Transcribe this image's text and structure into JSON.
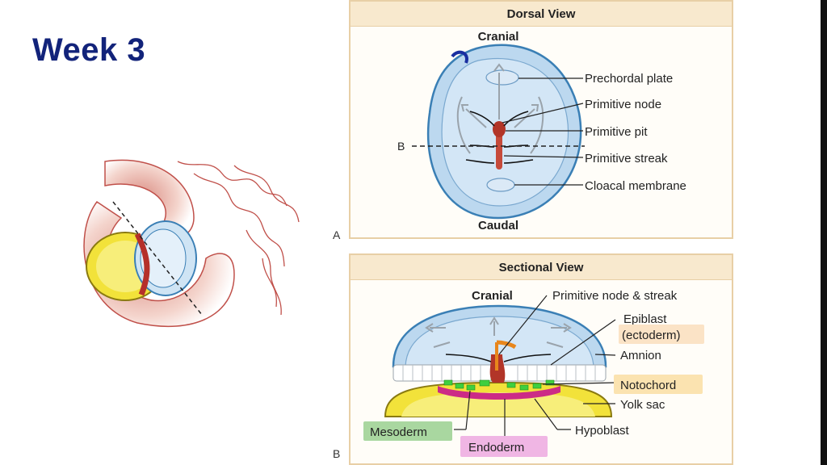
{
  "page_title": "Week 3",
  "dorsal": {
    "header": "Dorsal View",
    "panel_letter": "A",
    "cranial": "Cranial",
    "caudal": "Caudal",
    "section_line_label": "B",
    "labels": [
      "Prechordal plate",
      "Primitive node",
      "Primitive pit",
      "Primitive streak",
      "Cloacal membrane"
    ]
  },
  "sectional": {
    "header": "Sectional View",
    "panel_letter": "B",
    "cranial": "Cranial",
    "labels": {
      "node_streak": "Primitive node & streak",
      "epiblast": "Epiblast",
      "ectoderm": "(ectoderm)",
      "amnion": "Amnion",
      "notochord": "Notochord",
      "yolk_sac": "Yolk sac",
      "hypoblast": "Hypoblast",
      "mesoderm": "Mesoderm",
      "endoderm": "Endoderm"
    }
  },
  "colors": {
    "title": "#12237a",
    "mesoderm_highlight": "#a9d7a0",
    "endoderm_highlight": "#f0b6e4",
    "ectoderm_highlight": "#fbe3c6",
    "notochord_highlight": "#fbe3b0"
  }
}
